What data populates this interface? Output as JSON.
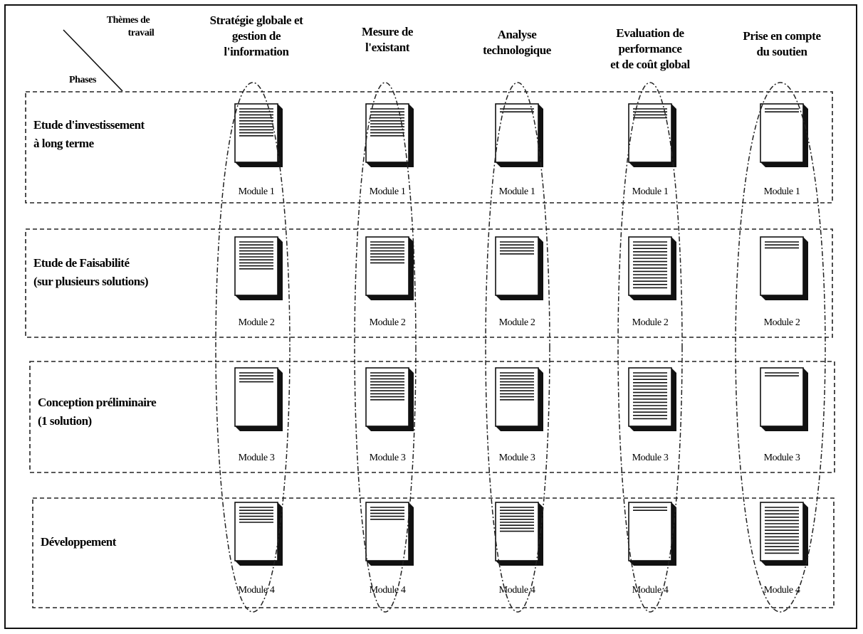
{
  "corner": {
    "themes_label_line1": "Thèmes de",
    "themes_label_line2": "travail",
    "phases_label": "Phases"
  },
  "themes": [
    {
      "line1": "Stratégie globale et",
      "line2": "gestion de",
      "line3": "l'information"
    },
    {
      "line1": "Mesure de",
      "line2": "l'existant",
      "line3": ""
    },
    {
      "line1": "Analyse",
      "line2": "technologique",
      "line3": ""
    },
    {
      "line1": "Evaluation de",
      "line2": "performance",
      "line3": "et de coût global"
    },
    {
      "line1": "Prise en compte",
      "line2": "du soutien",
      "line3": ""
    }
  ],
  "phases": [
    {
      "line1": "Etude d'investissement",
      "line2": "à long terme",
      "module": "Module 1"
    },
    {
      "line1": "Etude de Faisabilité",
      "line2": "(sur plusieurs solutions)",
      "module": "Module 2"
    },
    {
      "line1": "Conception préliminaire",
      "line2": "(1 solution)",
      "module": "Module 3"
    },
    {
      "line1": "Développement",
      "line2": "",
      "module": "Module 4"
    }
  ],
  "documents": [
    [
      {
        "text_lines": 10
      },
      {
        "text_lines": 10
      },
      {
        "text_lines": 2
      },
      {
        "text_lines": 4
      },
      {
        "text_lines": 2
      }
    ],
    [
      {
        "text_lines": 10
      },
      {
        "text_lines": 8
      },
      {
        "text_lines": 5
      },
      {
        "text_lines": 15
      },
      {
        "text_lines": 3
      }
    ],
    [
      {
        "text_lines": 4
      },
      {
        "text_lines": 10
      },
      {
        "text_lines": 10
      },
      {
        "text_lines": 15
      },
      {
        "text_lines": 2
      }
    ],
    [
      {
        "text_lines": 6
      },
      {
        "text_lines": 5
      },
      {
        "text_lines": 9
      },
      {
        "text_lines": 2
      },
      {
        "text_lines": 15
      }
    ]
  ]
}
